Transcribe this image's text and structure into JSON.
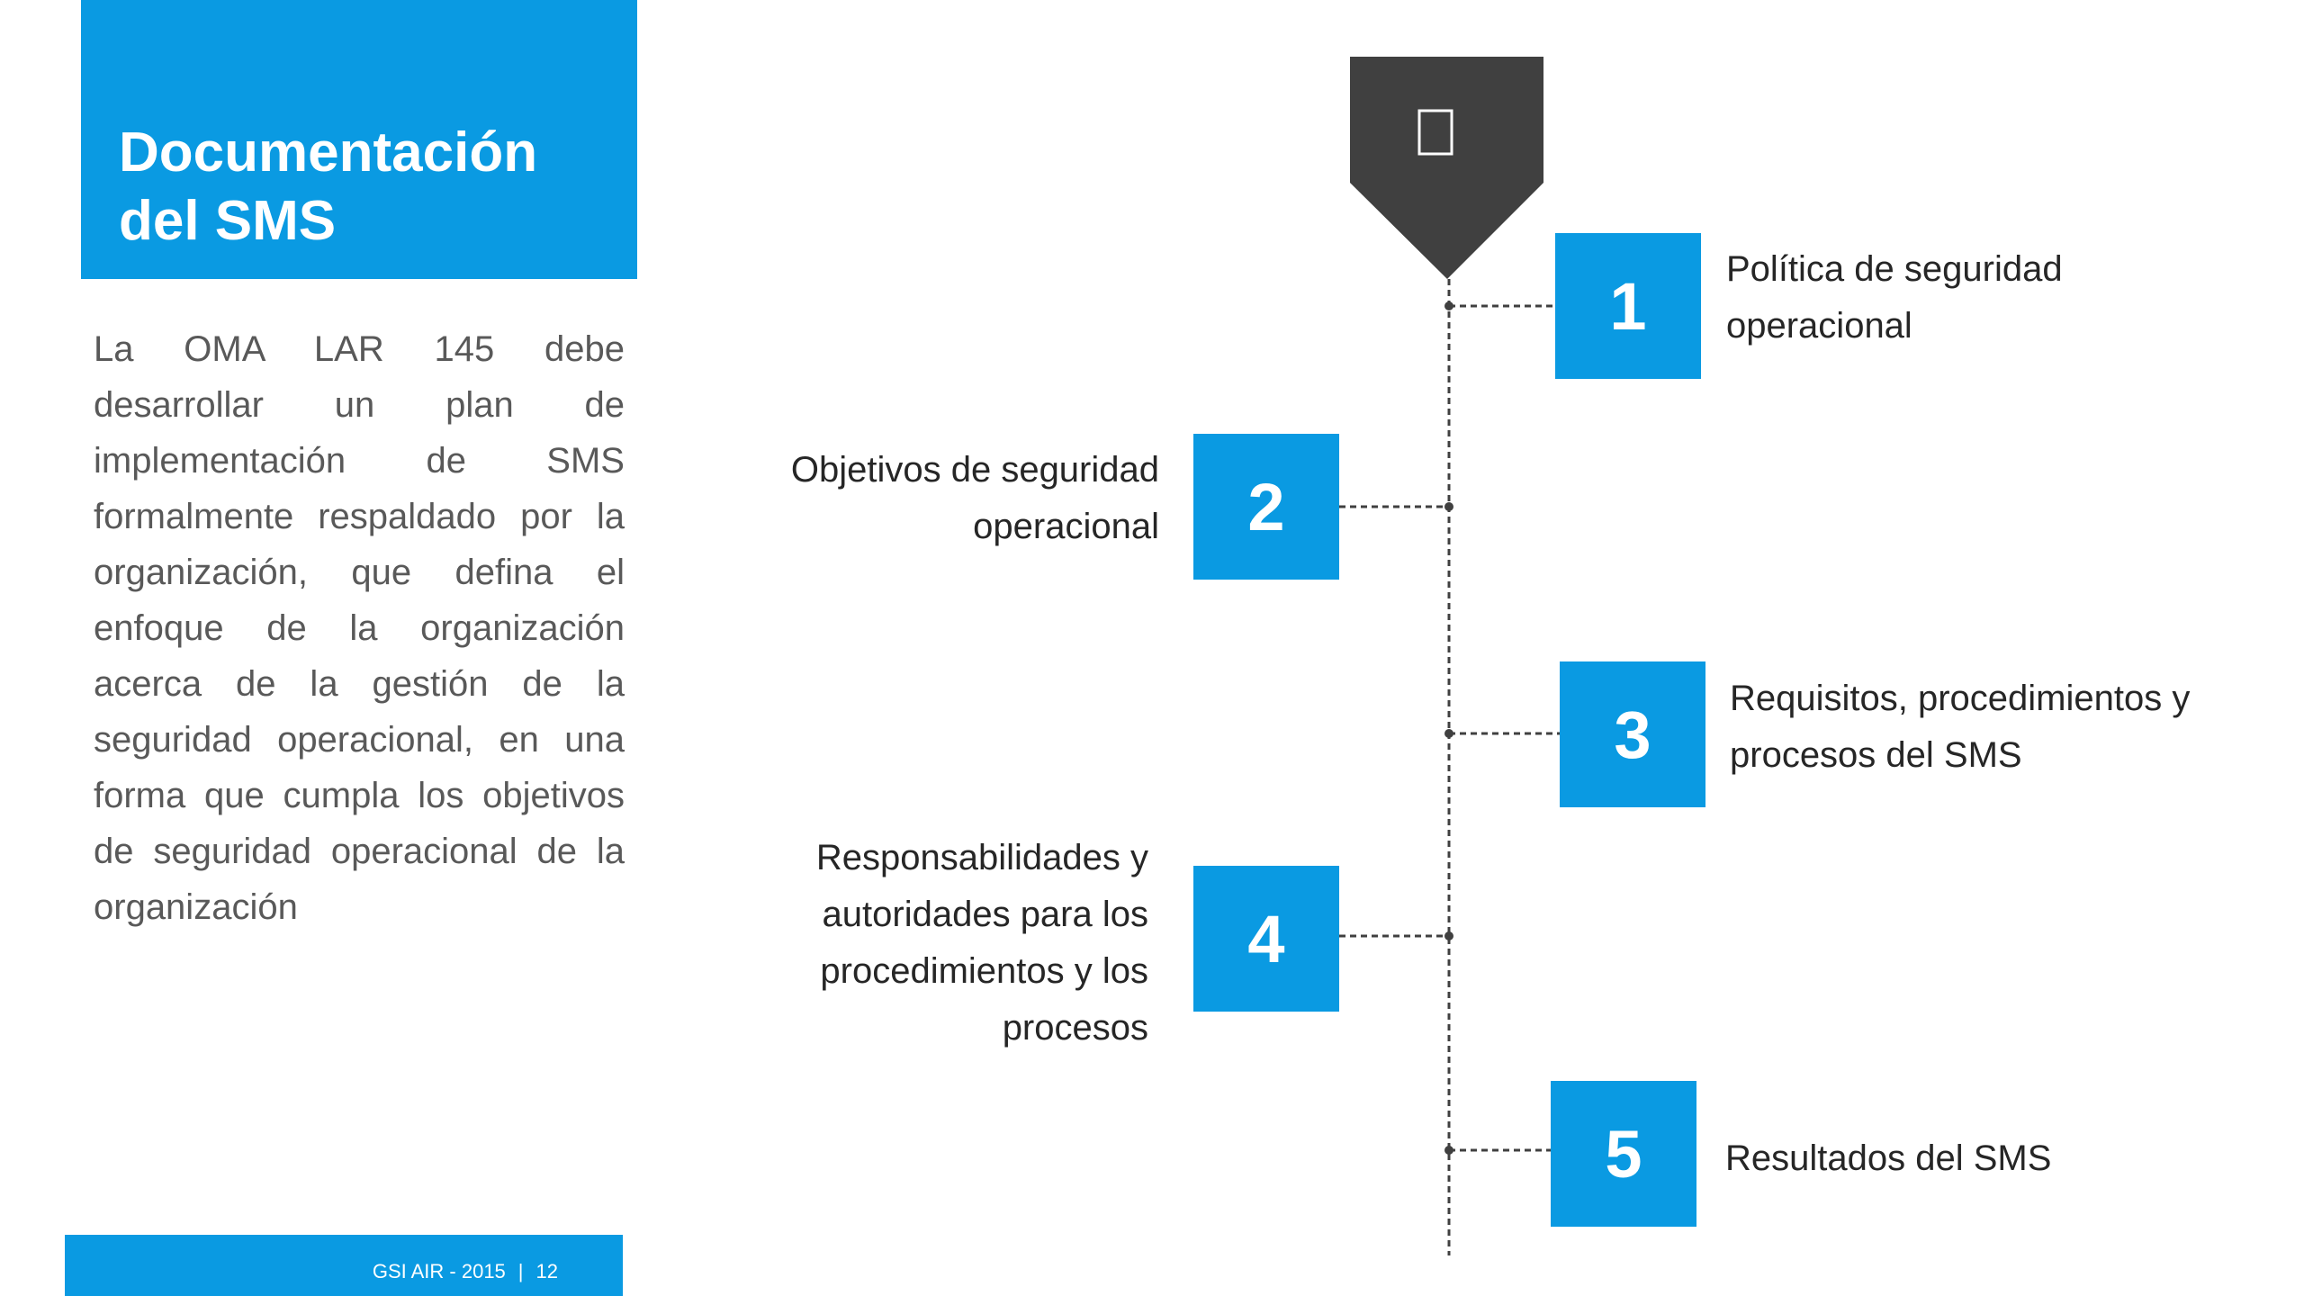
{
  "title": {
    "line1": "Documentación",
    "line2": "del SMS"
  },
  "body": "La OMA LAR 145 debe desarrollar un plan de implementación de SMS formalmente respaldado por la organización, que defina el enfoque de la organización acerca de la gestión de la seguridad operacional, en una forma que cumpla los objetivos de seguridad operacional de la organización",
  "footer": {
    "text": "GSI AIR - 2015",
    "separator": "|",
    "page_number": "12"
  },
  "top_marker": {
    "icon": "square-outline-icon",
    "glyph": "",
    "color": "#404040"
  },
  "items": [
    {
      "number": "1",
      "label_lines": [
        "Política de seguridad",
        "operacional"
      ]
    },
    {
      "number": "2",
      "label_lines": [
        "Objetivos de seguridad",
        "operacional"
      ]
    },
    {
      "number": "3",
      "label_lines": [
        "Requisitos, procedimientos y",
        "procesos del SMS"
      ]
    },
    {
      "number": "4",
      "label_lines": [
        "Responsabilidades y",
        "autoridades para los",
        "procedimientos y los",
        "procesos"
      ]
    },
    {
      "number": "5",
      "label_lines": [
        "Resultados del SMS"
      ]
    }
  ],
  "colors": {
    "accent": "#0a9ae2",
    "dark": "#404040",
    "text": "#262626",
    "body_text": "#595959"
  }
}
